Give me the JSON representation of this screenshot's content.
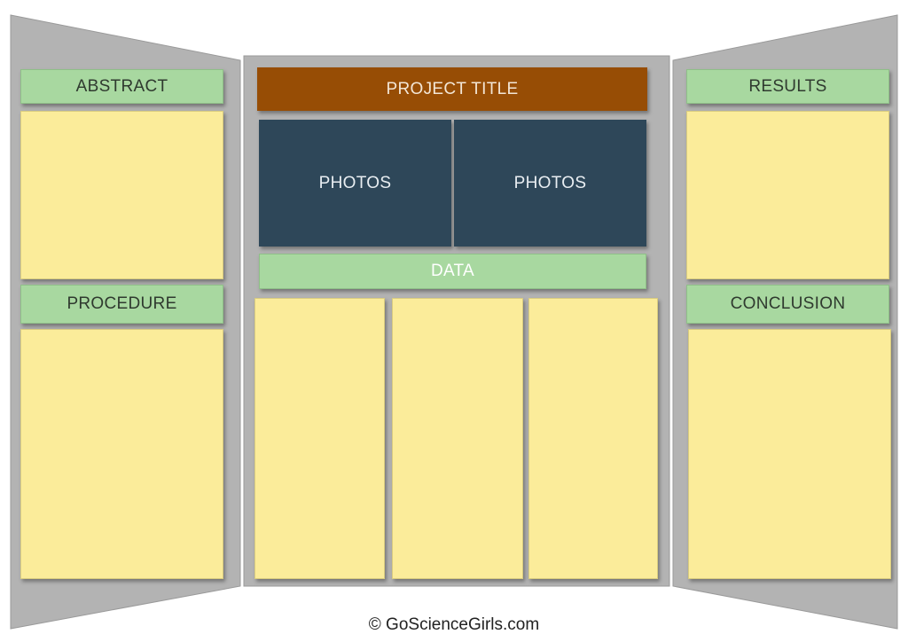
{
  "board": {
    "left_panel": {
      "abstract": "ABSTRACT",
      "procedure": "PROCEDURE"
    },
    "center_panel": {
      "project_title": "PROJECT TITLE",
      "photos": [
        "PHOTOS",
        "PHOTOS"
      ],
      "data": "DATA"
    },
    "right_panel": {
      "results": "RESULTS",
      "conclusion": "CONCLUSION"
    }
  },
  "credit": "© GoScienceGirls.com",
  "colors": {
    "board": "#b3b3b3",
    "header_green": "#a8d8a0",
    "note_yellow": "#fbec9a",
    "title_brown": "#974d05",
    "photo_navy": "#2e4759"
  }
}
